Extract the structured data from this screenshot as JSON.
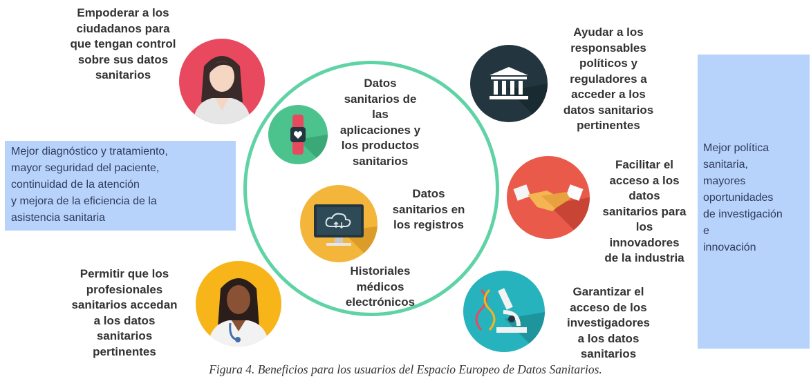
{
  "benefits": {
    "citizens": "Empoderar a los\nciudadanos para\nque tengan control\nsobre sus datos\nsanitarios",
    "professionals": "Permitir que los\nprofesionales\nsanitarios accedan\na los datos\nsanitarios\npertinentes",
    "policy": "Ayudar a los\nresponsables\npolíticos y\nreguladores a\nacceder a los\ndatos sanitarios\npertinentes",
    "industry": "Facilitar el\nacceso a los\ndatos\nsanitarios para\nlos\ninnovadores\nde la industria",
    "researchers": "Garantizar el\nacceso de los\ninvestigadores\na los datos\nsanitarios"
  },
  "data_sources": {
    "apps": "Datos\nsanitarios de\nlas\naplicaciones y\nlos productos\nsanitarios",
    "registries": "Datos\nsanitarios en\nlos registros",
    "ehr": "Historiales\nmédicos\nelectrónicos"
  },
  "outcomes": {
    "left": "Mejor diagnóstico y tratamiento,\nmayor seguridad del paciente,\ncontinuidad de la atención\ny mejora de la eficiencia de la\nasistencia sanitaria",
    "right": "Mejor política\nsanitaria,\nmayores\noportunidades\nde investigación\ne\ninnovación"
  },
  "caption": "Figura 4. Beneficios para los usuarios del Espacio Europeo de Datos Sanitarios.",
  "icons": [
    "citizen-woman-icon",
    "doctor-icon",
    "institution-building-icon",
    "handshake-icon",
    "microscope-dna-icon",
    "smartwatch-icon",
    "cloud-monitor-icon"
  ],
  "colors": {
    "ring": "#5fd3a6",
    "box": "#b8d3fb",
    "citizen": "#e8495f",
    "doctor": "#f7b519",
    "institution": "#23363f",
    "industry": "#ea5a4a",
    "research": "#26b3bd",
    "apps": "#4cc38d",
    "registries": "#f4b53b"
  }
}
